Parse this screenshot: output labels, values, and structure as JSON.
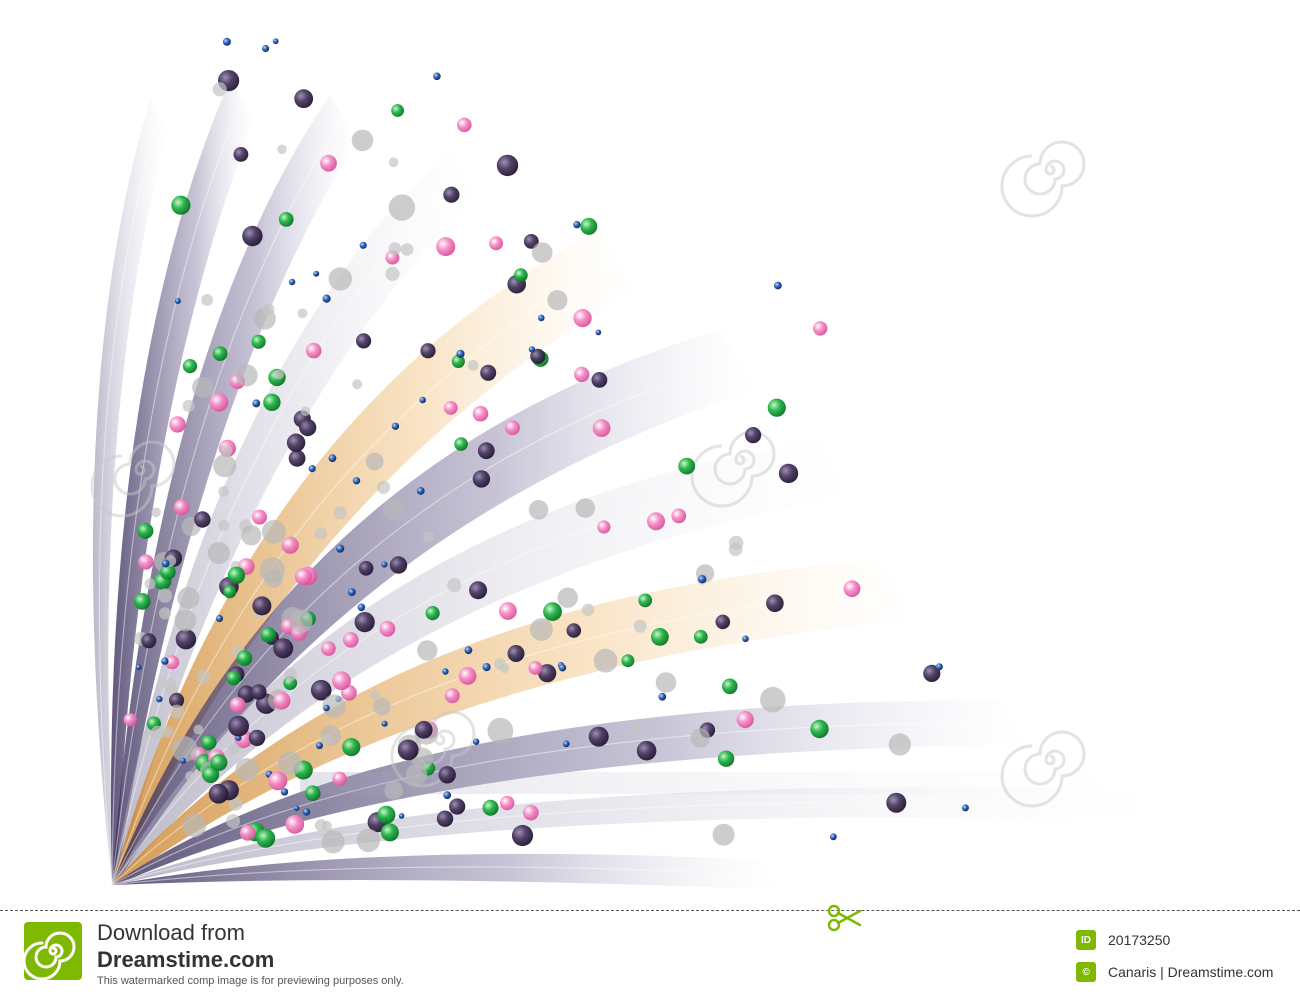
{
  "colors": {
    "ribbon_purple": "#4a3e6e",
    "ribbon_gold": "#e6a24a",
    "dot_pink": "#f07dba",
    "dot_green": "#1aa33c",
    "dot_dark": "#3d2f4f",
    "dot_blue": "#2a5fb0",
    "dot_grey": "#b5b5b5",
    "brand_green": "#7fb800"
  },
  "footer": {
    "download_from": "Download from",
    "brand": "Dreamstime.com",
    "note": "This watermarked comp image is for previewing purposes only.",
    "id_badge": "ID",
    "image_id": "20173250",
    "author": "Canaris | Dreamstime.com"
  },
  "icons": {
    "logo": "dreamstime-spiral-icon",
    "scissors": "scissors-icon",
    "copyright": "copyright-icon"
  }
}
